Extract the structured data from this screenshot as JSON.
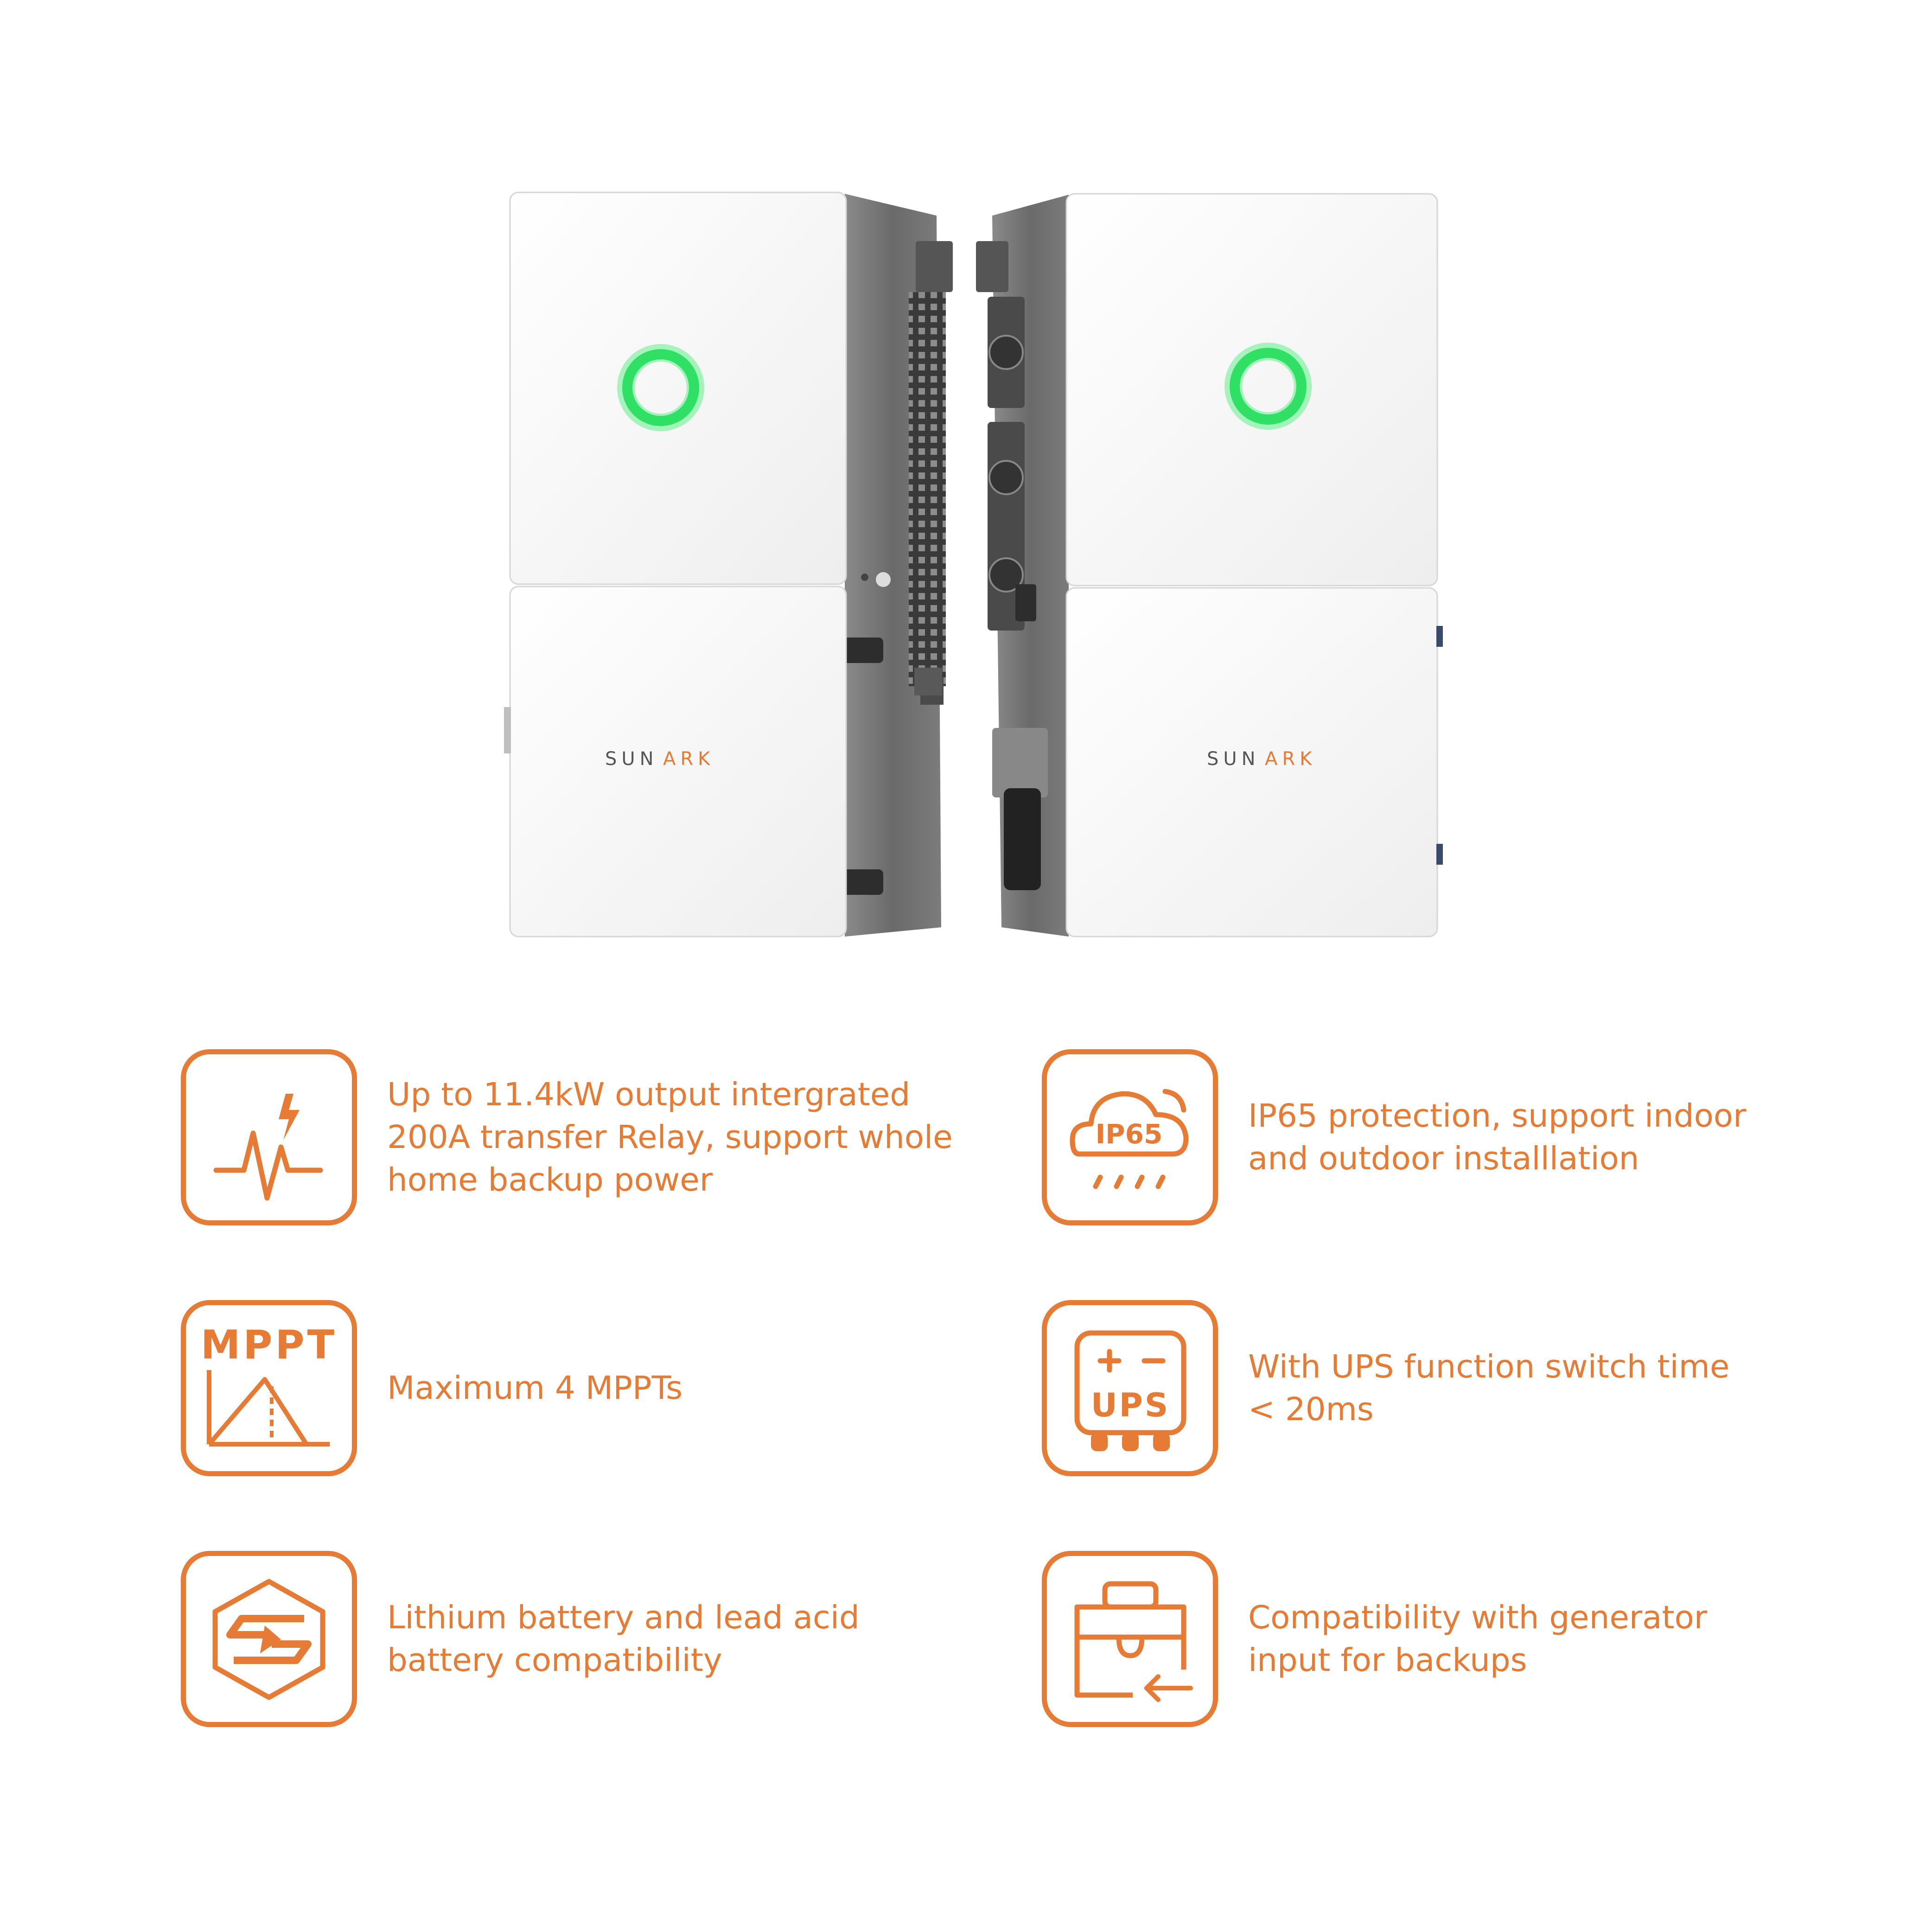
{
  "brand": {
    "left_unit_logo": {
      "prefix": "SUN",
      "suffix": "ARK"
    },
    "right_unit_logo": {
      "prefix": "SUN",
      "suffix": "ARK"
    }
  },
  "colors": {
    "accent": "#e57b34",
    "unit_body": "#f7f7f7",
    "unit_side": "#6d6d6d",
    "indicator_ring": "#33e06a",
    "background": "#ffffff"
  },
  "features": [
    {
      "icon": "power-waveform-icon",
      "lines": [
        "Up to 11.4kW output intergrated",
        "200A transfer Relay, support whole",
        "home backup power"
      ]
    },
    {
      "icon": "ip65-cloud-rain-icon",
      "icon_text": "IP65",
      "lines": [
        "IP65 protection, support indoor",
        "and outdoor installlation"
      ]
    },
    {
      "icon": "mppt-curve-icon",
      "icon_text": "MPPT",
      "lines": [
        "Maximum 4 MPPTs"
      ]
    },
    {
      "icon": "ups-battery-icon",
      "icon_text": "UPS",
      "lines": [
        "With UPS function switch time",
        "< 20ms"
      ]
    },
    {
      "icon": "battery-switch-hexagon-icon",
      "lines": [
        "Lithium battery and lead acid",
        "battery compatibility"
      ]
    },
    {
      "icon": "generator-input-icon",
      "lines": [
        "Compatibility with generator",
        "input for backups"
      ]
    }
  ]
}
